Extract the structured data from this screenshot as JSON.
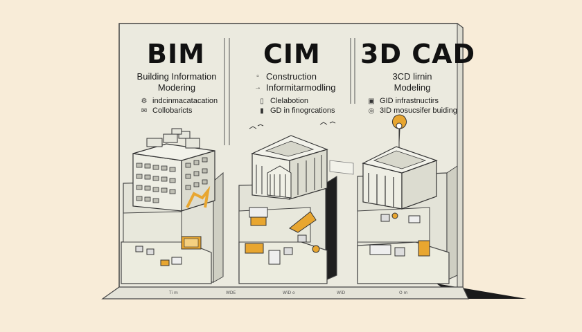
{
  "columns": [
    {
      "title": "BIM",
      "subtitle_lines": [
        "Building Information",
        "Modering"
      ],
      "items": [
        {
          "icon": "gear-icon",
          "glyph": "⚙",
          "label": "indcinmacatacation"
        },
        {
          "icon": "envelope-icon",
          "glyph": "✉",
          "label": "Collobaricts"
        }
      ]
    },
    {
      "title": "CIM",
      "subtitle_lines": [
        "Construction",
        "Informitarmodling"
      ],
      "subtitle_icons": [
        {
          "icon": "cube-icon",
          "glyph": "▫"
        },
        {
          "icon": "arrow-right-icon",
          "glyph": "→"
        }
      ],
      "items": [
        {
          "icon": "document-icon",
          "glyph": "▯",
          "label": "Clelabotion"
        },
        {
          "icon": "phone-icon",
          "glyph": "▮",
          "label": "GD in finogrcations"
        }
      ]
    },
    {
      "title": "3D CAD",
      "subtitle_lines": [
        "3CD lirnin",
        "Modeling"
      ],
      "items": [
        {
          "icon": "clipboard-icon",
          "glyph": "▣",
          "label": "GID infrastnuctirs"
        },
        {
          "icon": "target-icon",
          "glyph": "◎",
          "label": "3ID mosucsifer buiding"
        }
      ]
    }
  ],
  "base_labels": [
    "Ti m",
    "WDE",
    "WiD o",
    "WiD",
    "O m"
  ],
  "colors": {
    "background": "#f8ecd8",
    "panel": "#ebeadf",
    "building": "#eeeee4",
    "accent": "#e8a630",
    "line": "#333333"
  }
}
